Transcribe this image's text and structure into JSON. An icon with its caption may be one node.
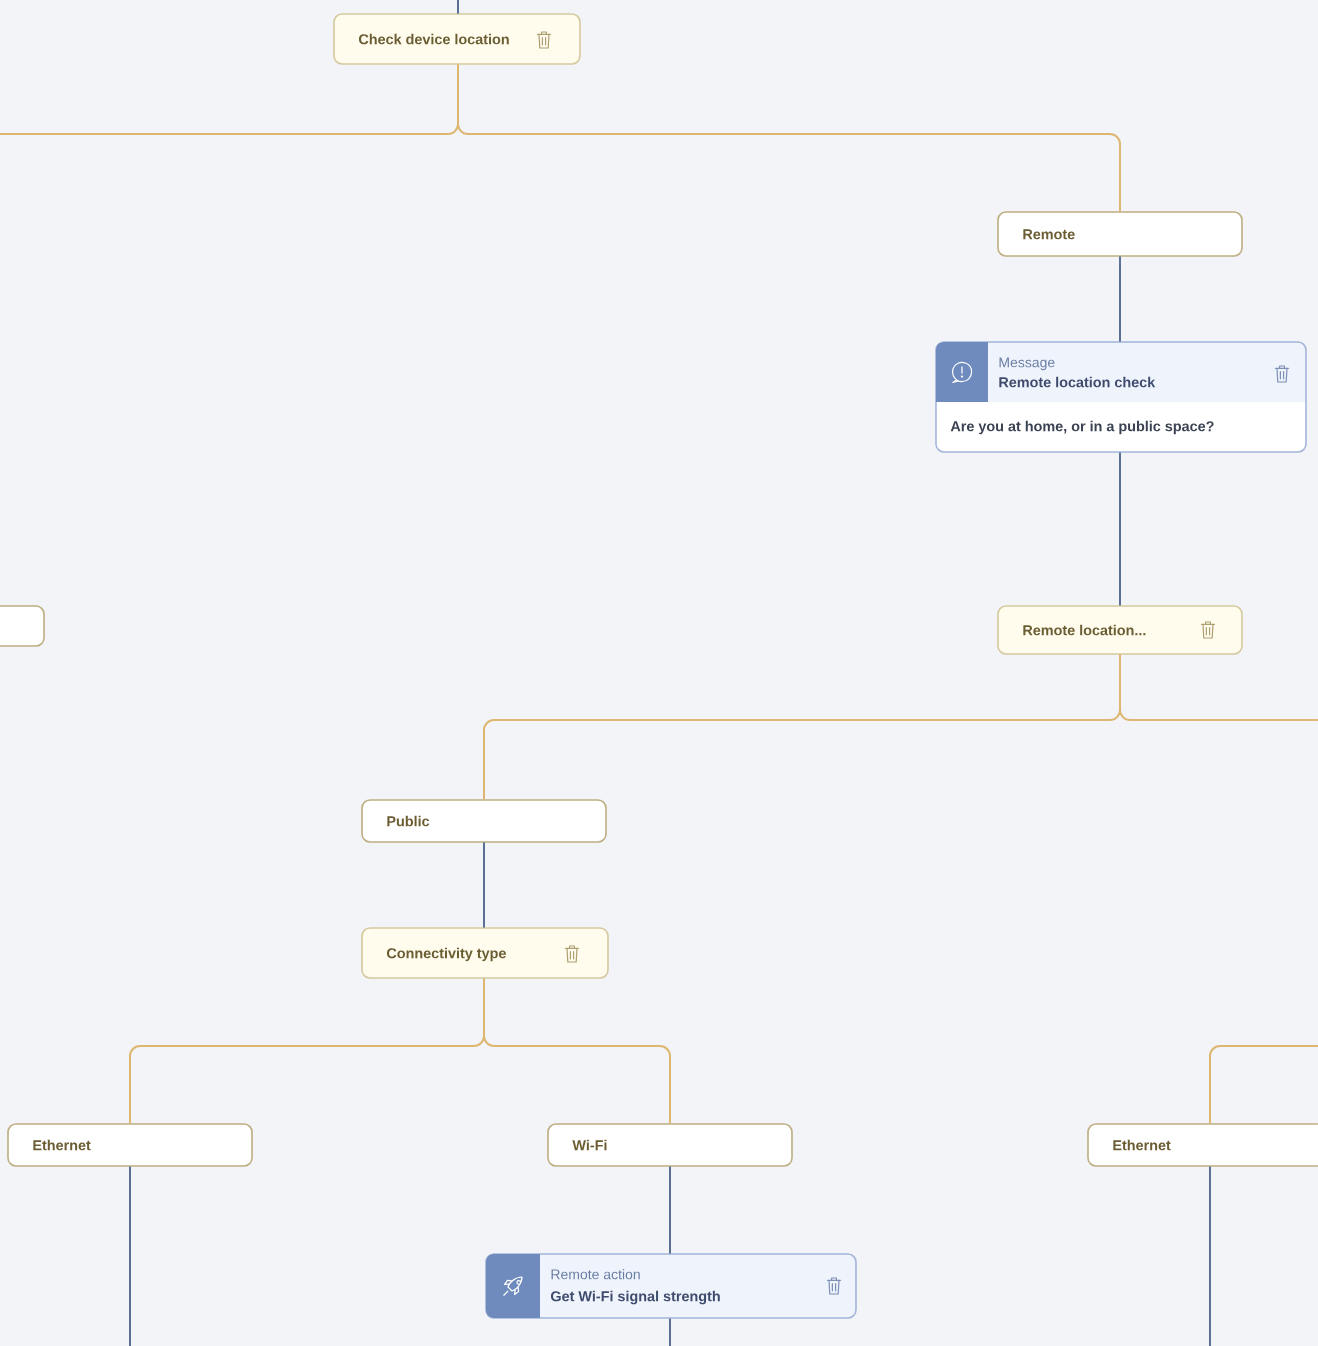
{
  "diagram": {
    "nodes": [
      {
        "text": [
          "Check device location"
        ]
      },
      {
        "text": [
          "Remote"
        ]
      },
      {
        "text": [
          "Message",
          "Remote location check",
          "Are you at home, or in a public space?"
        ]
      },
      {
        "text": [],
        "shape": "box"
      },
      {
        "text": [
          "Remote location..."
        ]
      },
      {
        "text": [
          "Public"
        ]
      },
      {
        "text": [
          "Connectivity type"
        ]
      },
      {
        "text": [
          "Ethernet"
        ]
      },
      {
        "text": [
          "Wi-Fi"
        ]
      },
      {
        "text": [
          "Ethernet"
        ]
      },
      {
        "text": [
          "Remote action",
          "Get Wi-Fi signal strength"
        ]
      }
    ],
    "edges": [
      {
        "from": null,
        "to": 0,
        "arrow": "none"
      },
      {
        "from": 0,
        "to": null,
        "arrow": "none",
        "color": "#ddb770"
      },
      {
        "from": 0,
        "to": 1,
        "arrow": "none",
        "color": "#ddb770"
      },
      {
        "from": 1,
        "to": 2,
        "arrow": "none"
      },
      {
        "from": 2,
        "to": 4,
        "arrow": "none"
      },
      {
        "from": 4,
        "to": 5,
        "arrow": "none",
        "color": "#ddb770"
      },
      {
        "from": 4,
        "to": null,
        "arrow": "none",
        "color": "#ddb770"
      },
      {
        "from": 5,
        "to": 6,
        "arrow": "none"
      },
      {
        "from": 6,
        "to": 7,
        "arrow": "none",
        "color": "#ddb770"
      },
      {
        "from": 6,
        "to": 8,
        "arrow": "none",
        "color": "#ddb770"
      },
      {
        "from": null,
        "to": 9,
        "arrow": "none",
        "color": "#ddb770"
      },
      {
        "from": 7,
        "to": null,
        "arrow": "none"
      },
      {
        "from": 8,
        "to": 10,
        "arrow": "none"
      },
      {
        "from": 10,
        "to": null,
        "arrow": "none"
      },
      {
        "from": 9,
        "to": null,
        "arrow": "none"
      }
    ]
  }
}
